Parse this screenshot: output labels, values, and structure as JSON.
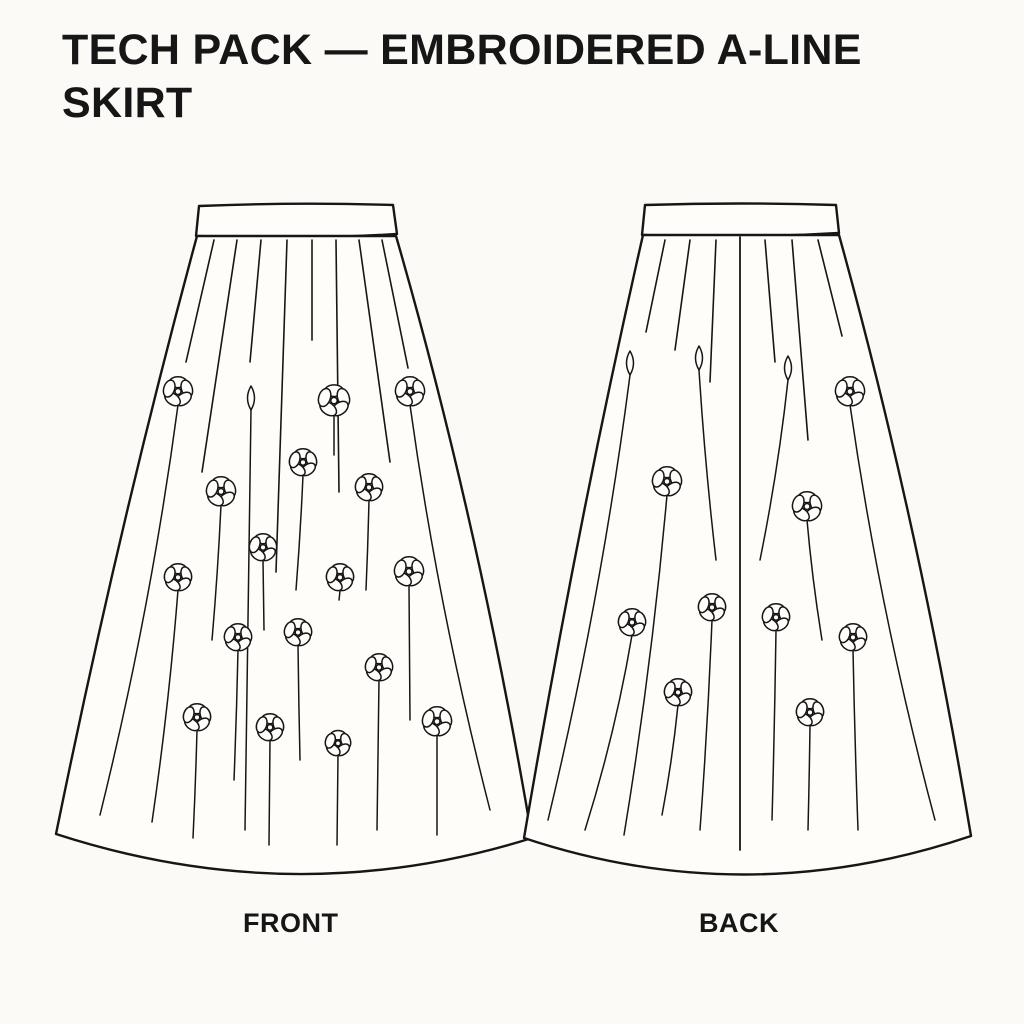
{
  "page": {
    "title": "TECH PACK — EMBROIDERED A-LINE SKIRT",
    "background": "#fbfaf6",
    "ink": "#161616"
  },
  "views": [
    {
      "id": "front",
      "label": "FRONT",
      "center_back_seam": false
    },
    {
      "id": "back",
      "label": "BACK",
      "center_back_seam": true
    }
  ],
  "embroidery": {
    "motif": "flower-and-leaf vines",
    "thread_color": "#161616"
  }
}
